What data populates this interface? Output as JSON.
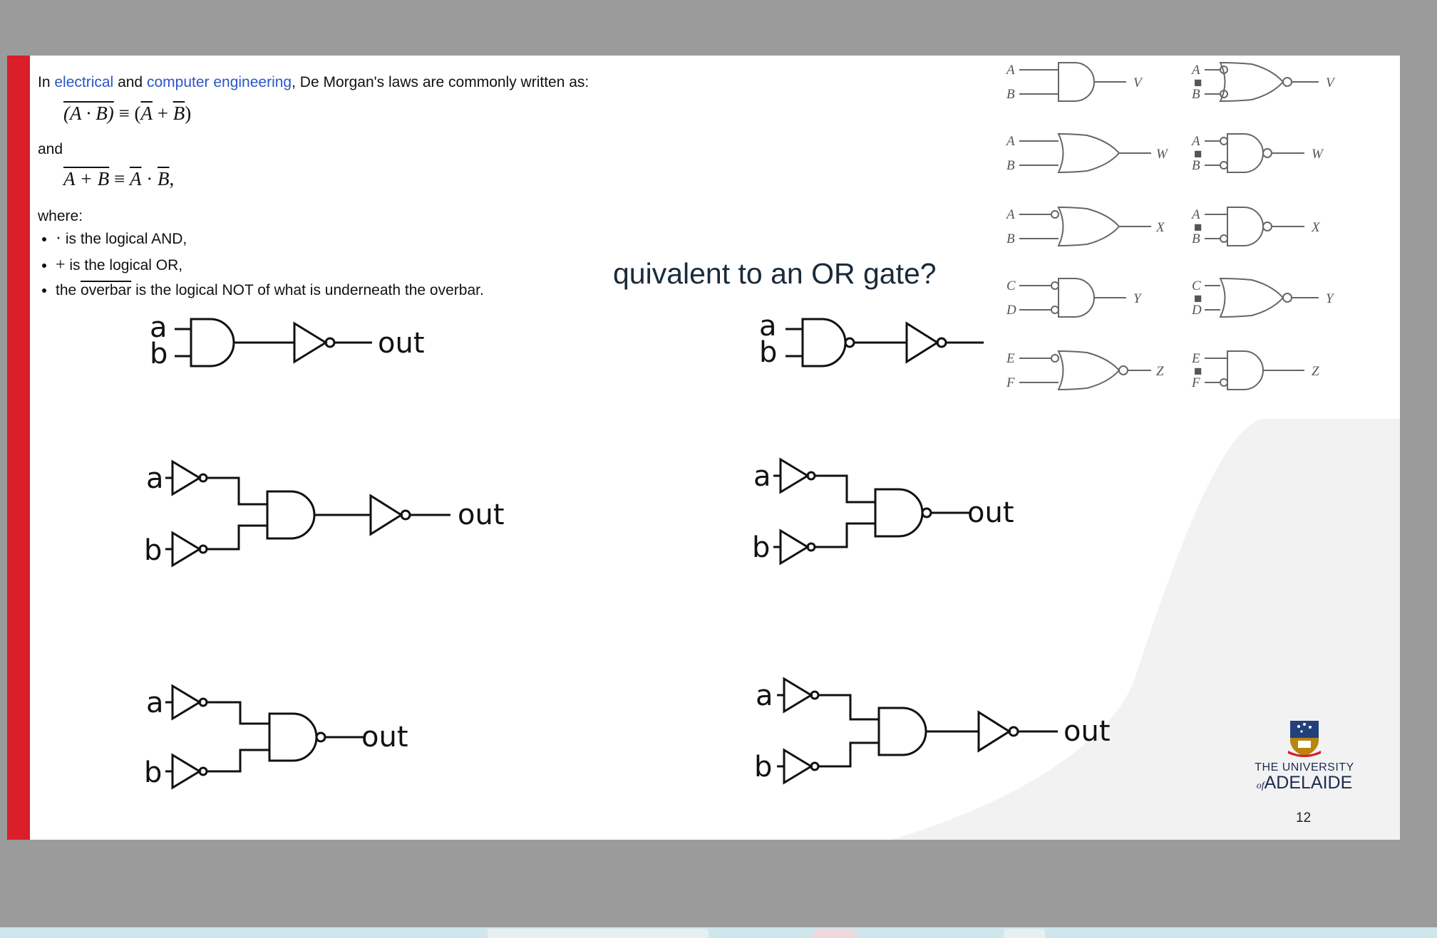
{
  "intro": {
    "prefix": "In",
    "link1": "electrical",
    "and": "and",
    "link2": "computer engineering",
    "suffix": ", De Morgan's laws are commonly written as:"
  },
  "law1": {
    "lhs": "(A · B)",
    "eq": " ≡ (",
    "a": "A",
    "plus": " + ",
    "b": "B",
    "close": ")"
  },
  "and_word": "and",
  "law2": {
    "lhs": "A + B",
    "eq": " ≡ ",
    "a": "A",
    "dot": " · ",
    "b": "B",
    "comma": ","
  },
  "where": "where:",
  "bullets": {
    "b1_sym": "·",
    "b1_text": " is the logical AND,",
    "b2_sym": "+",
    "b2_text": " is the logical OR,",
    "b3_pre": "the ",
    "b3_over": "overbar",
    "b3_text": " is the logical NOT of what is underneath the overbar."
  },
  "question": "quivalent to an OR gate?",
  "circuits": {
    "a": "a",
    "b": "b",
    "out": "out"
  },
  "demorgan_table": {
    "symbols": [
      "A",
      "B",
      "C",
      "D",
      "E",
      "F",
      "V",
      "W",
      "X",
      "Y",
      "Z"
    ],
    "equiv": "■"
  },
  "logo": {
    "line1": "THE UNIVERSITY",
    "of": "of",
    "line2": "ADELAIDE"
  },
  "page_number": "12"
}
